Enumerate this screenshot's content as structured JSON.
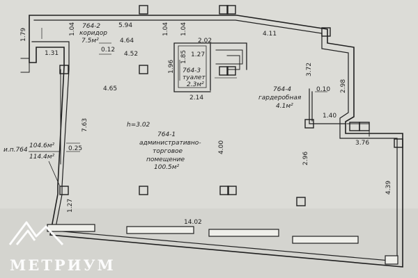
{
  "plan": {
    "rooms": {
      "corridor": {
        "id": "764-2",
        "name": "коридор",
        "area": "7.5м²"
      },
      "toilet": {
        "id": "764-3",
        "name": "туалет",
        "area": "2.3м²"
      },
      "wardrobe": {
        "id": "764-4",
        "name": "гардеробная",
        "area": "4.1м²"
      },
      "main_room": {
        "id": "764-1",
        "name_line1": "административно-",
        "name_line2": "торговое",
        "name_line3": "помещение",
        "area": "100.5м²"
      }
    },
    "ceiling_height": "h=3.02",
    "total": {
      "label": "и.п.764",
      "area_1": "104.6м²",
      "area_2": "114.4м²"
    },
    "dimensions": {
      "d_1_79": "1.79",
      "d_1_04_a": "1.04",
      "d_5_94": "5.94",
      "d_1_04_b": "1.04",
      "d_1_04_c": "1.04",
      "d_2_02": "2.02",
      "d_4_11": "4.11",
      "d_1_31": "1.31",
      "d_0_12": "0.12",
      "d_4_64": "4.64",
      "d_4_52": "4.52",
      "d_1_85": "1.85",
      "d_1_27_a": "1.27",
      "d_1_96": "1.96",
      "d_4_65": "4.65",
      "d_3_72": "3.72",
      "d_2_98": "2.98",
      "d_0_10": "0.10",
      "d_2_14": "2.14",
      "d_1_40": "1.40",
      "d_7_63": "7.63",
      "d_3_76": "3.76",
      "d_0_25": "0.25",
      "d_4_00": "4.00",
      "d_2_96": "2.96",
      "d_4_39": "4.39",
      "d_1_27_b": "1.27",
      "d_14_02": "14.02"
    },
    "watermark": "МЕТРИУМ"
  }
}
